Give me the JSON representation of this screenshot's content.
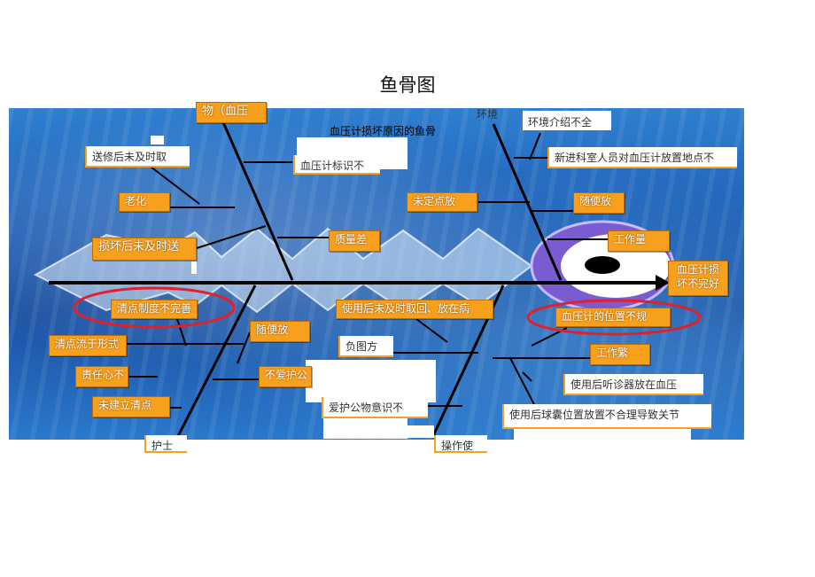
{
  "title": "鱼骨图",
  "subtitle": "血压计损坏原因的鱼骨",
  "categories": {
    "material": "物（血压",
    "environment": "环境",
    "nurse": "护士",
    "operation": "操作使"
  },
  "labels": {
    "send_repair": "送修后未及时取",
    "bp_unaware": "血压计标识不",
    "env_intro": "环境介绍不全",
    "new_staff": "新进科室人员对血压计放置地点不",
    "aging": "老化",
    "not_fixed": "未定点放",
    "random_place": "随便放",
    "damaged_late": "损坏后未及时送",
    "quality": "质量差",
    "workload": "工作量",
    "bp_damaged": "血压计损坏不完好",
    "cleaning": "清点制度不完善",
    "not_returned": "使用后未及时取回、放在病",
    "bp_location": "血压计的位置不规",
    "cleaning_form": "清点流于形式",
    "random_put": "随便放",
    "responsibility": "负图方",
    "busy": "工作繁",
    "no_shift": "责任心不",
    "public_care": "不爱护公",
    "stethoscope": "使用后听诊器放在血压",
    "no_inventory": "未建立清点",
    "public_care_awareness": "爱护公物意识不",
    "cuff_position": "使用后球囊位置放置不合理导致关节"
  },
  "colors": {
    "box_fill": "#f7a01e",
    "highlight": "#e0202a",
    "bone": "#000000"
  }
}
